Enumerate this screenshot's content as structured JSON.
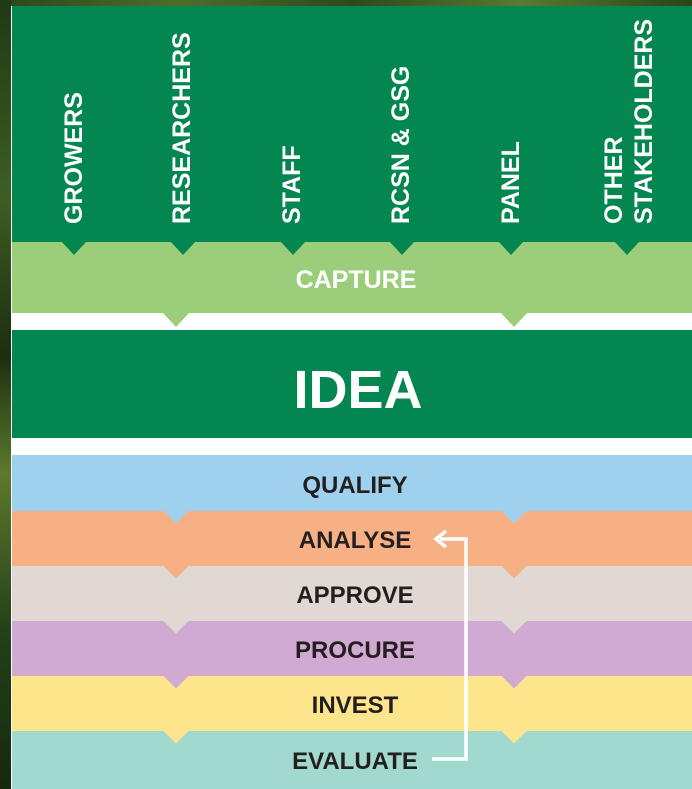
{
  "stakeholders": [
    {
      "label": "GROWERS"
    },
    {
      "label": "RESEARCHERS"
    },
    {
      "label": "STAFF"
    },
    {
      "label": "RCSN & GSG"
    },
    {
      "label": "PANEL"
    },
    {
      "label": "OTHER",
      "label2": "STAKEHOLDERS"
    }
  ],
  "capture_label": "CAPTURE",
  "idea_label": "IDEA",
  "stages": [
    {
      "label": "QUALIFY",
      "color": "#9fd0ee"
    },
    {
      "label": "ANALYSE",
      "color": "#f7b083"
    },
    {
      "label": "APPROVE",
      "color": "#e0d8d2"
    },
    {
      "label": "PROCURE",
      "color": "#d1aad3"
    },
    {
      "label": "INVEST",
      "color": "#fde58c"
    },
    {
      "label": "EVALUATE",
      "color": "#a1d9cf"
    }
  ],
  "colors": {
    "dark_green": "#038650",
    "light_green": "#9bcd7a",
    "text_dark": "#231f20",
    "loop_arrow": "#ffffff"
  }
}
